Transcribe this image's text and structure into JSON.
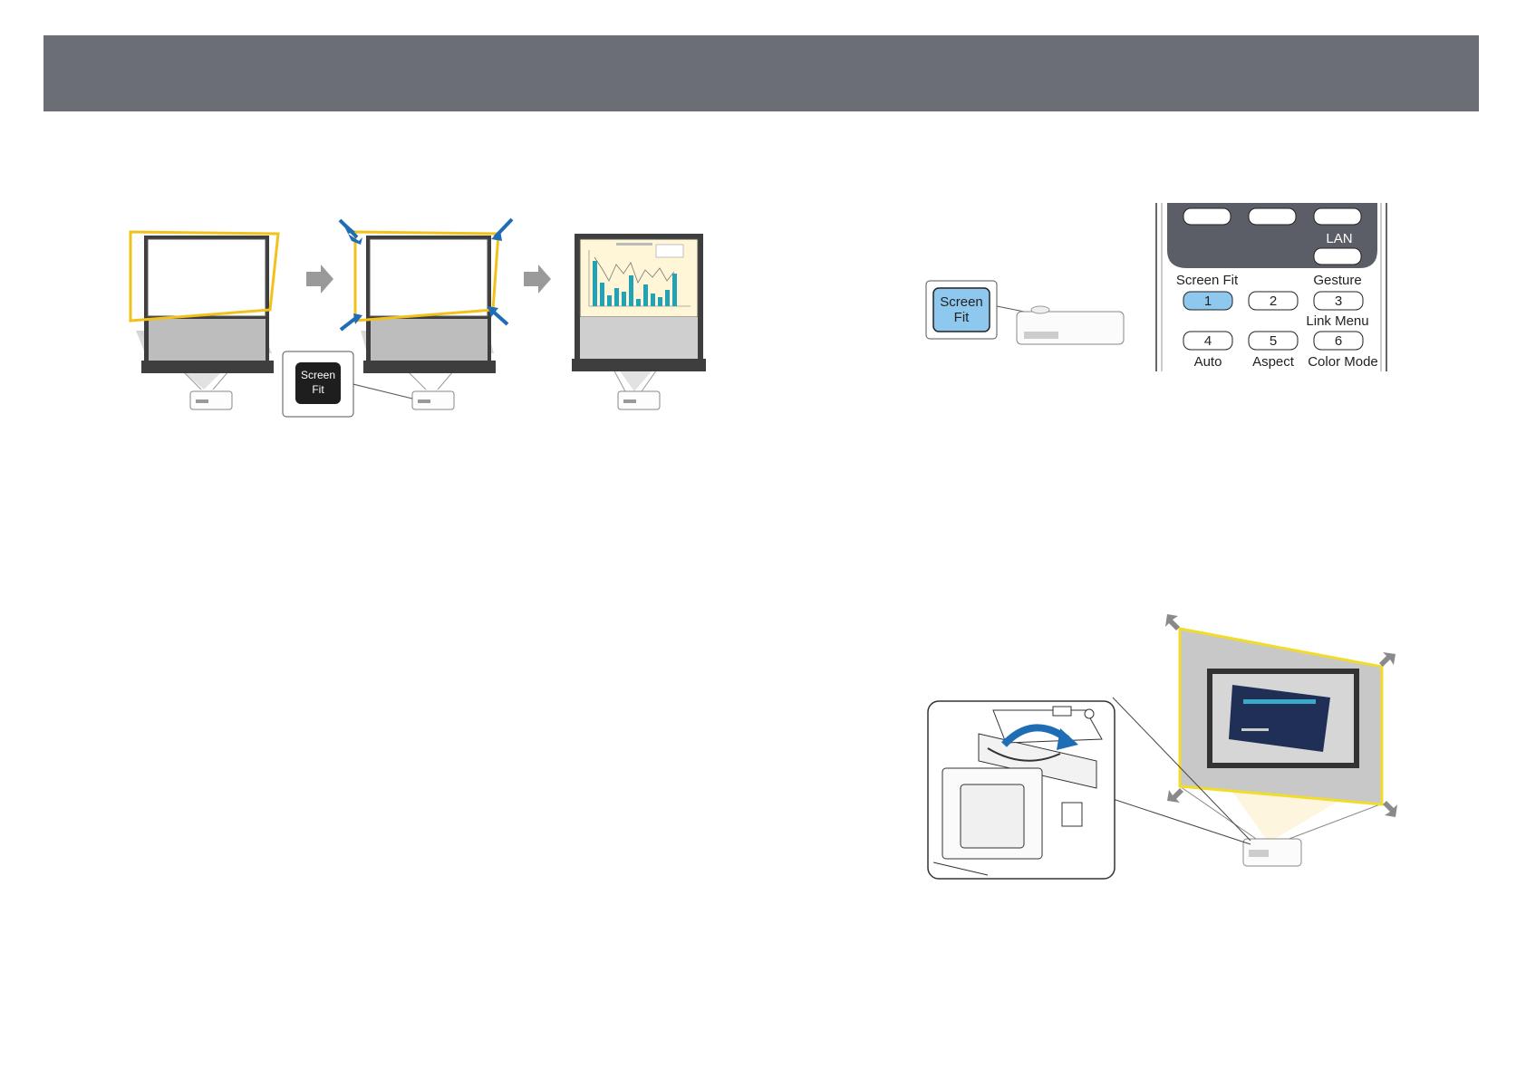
{
  "header": {
    "title": ""
  },
  "figure_screen_fit": {
    "button_label_line1": "Screen",
    "button_label_line2": "Fit"
  },
  "figure_remote": {
    "callout_line1": "Screen",
    "callout_line2": "Fit",
    "lan_label": "LAN",
    "top_labels": [
      "Screen Fit",
      "Gesture"
    ],
    "row1_keys": [
      "1",
      "2",
      "3"
    ],
    "middle_label": "Link Menu",
    "row2_keys": [
      "4",
      "5",
      "6"
    ],
    "bottom_labels": [
      "Auto",
      "Aspect",
      "Color Mode"
    ],
    "highlight_color": "#8fc8ef"
  },
  "colors": {
    "header": "#6b6e75",
    "outline_yellow": "#f2c21b",
    "arrow_blue": "#1f6db5",
    "screen_frame": "#4a4a4a"
  }
}
